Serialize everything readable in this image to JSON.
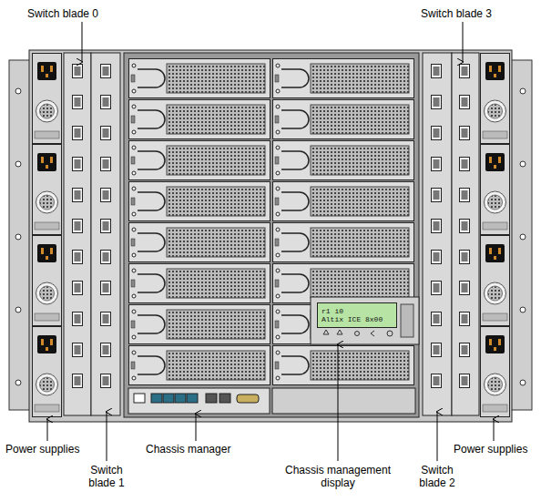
{
  "diagram": {
    "nodes": [
      {
        "text": [
          "r1 i0",
          "Altix ICE 8x00"
        ]
      }
    ],
    "labels": [
      "Switch blade 0",
      "Switch blade 3",
      "Power supplies",
      "Switch blade 1",
      "Chassis manager",
      "Chassis management display",
      "Switch blade 2",
      "Power supplies"
    ]
  }
}
